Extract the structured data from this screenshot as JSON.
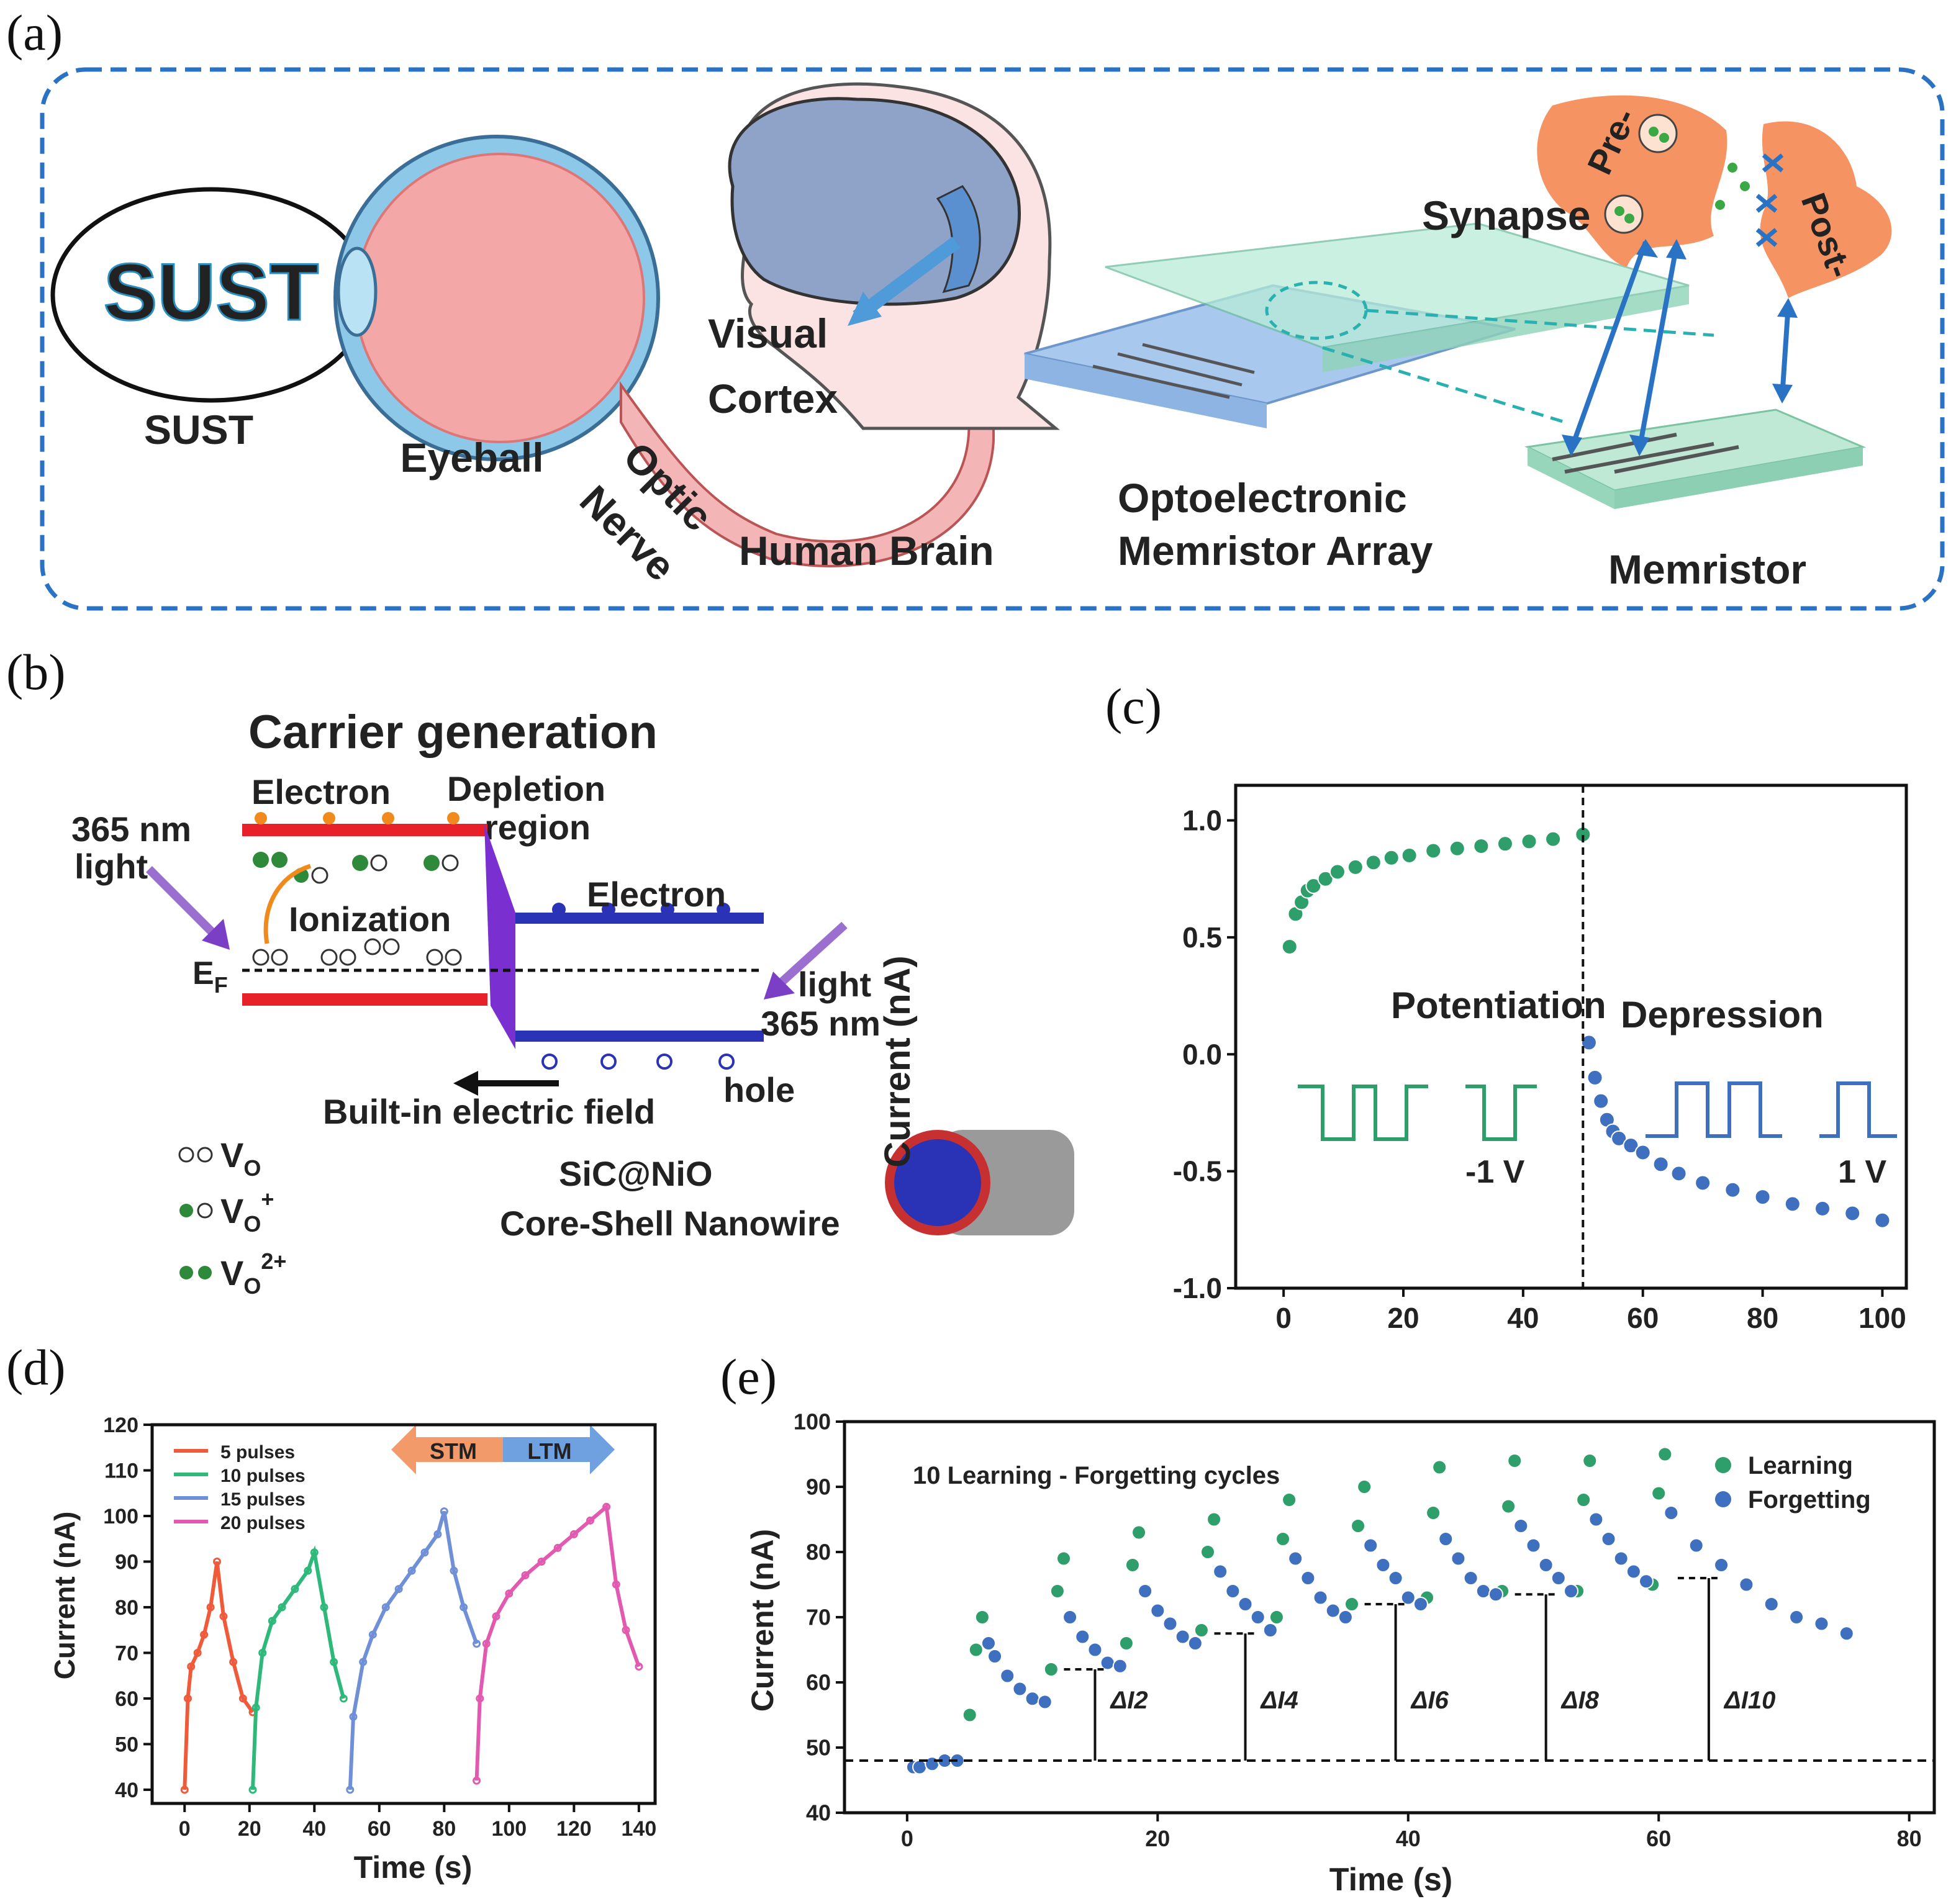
{
  "panels": {
    "a": {
      "label": "(a)",
      "sust_logo": "SUST",
      "sust": "SUST",
      "eyeball": "Eyeball",
      "optic": "Optic",
      "nerve": "Nerve",
      "visual": "Visual",
      "cortex": "Cortex",
      "human_brain": "Human  Brain",
      "synapse": "Synapse",
      "pre": "Pre-",
      "post": "Post-",
      "opto1": "Optoelectronic",
      "opto2": "Memristor Array",
      "memristor": "Memristor"
    },
    "b": {
      "label": "(b)",
      "title": "Carrier generation",
      "electron_top": "Electron",
      "depletion1": "Depletion",
      "depletion2": "region",
      "light365_left_1": "365 nm",
      "light365_left_2": "light",
      "ionization": "Ionization",
      "ef": "E",
      "ef_sub": "F",
      "electron_right": "Electron",
      "light_right_1": "light",
      "light_right_2": "365 nm",
      "hole": "hole",
      "built_in": "Built-in electric field",
      "vo": "V",
      "vo_sub": "O",
      "vo_plus": "+",
      "vo_2plus": "2+",
      "core1": "SiC@NiO",
      "core2": "Core-Shell Nanowire"
    },
    "c": {
      "label": "(c)",
      "potentiation": "Potentiation",
      "depression": "Depression",
      "neg_pulse": "-1 V",
      "pos_pulse": "1 V"
    },
    "d": {
      "label": "(d)",
      "stm": "STM",
      "ltm": "LTM"
    },
    "e": {
      "label": "(e)",
      "annotation": "10 Learning - Forgetting cycles",
      "deltas": [
        "ΔI2",
        "ΔI4",
        "ΔI6",
        "ΔI8",
        "ΔI10"
      ]
    }
  },
  "chart_data": [
    {
      "id": "c",
      "type": "scatter",
      "ylabel": "Current (nA)",
      "xlabel": "",
      "xlim": [
        -8,
        104
      ],
      "ylim": [
        -1.0,
        1.15
      ],
      "xticks": [
        0,
        20,
        40,
        60,
        80,
        100
      ],
      "yticks": [
        -1.0,
        -0.5,
        0.0,
        0.5,
        1.0
      ],
      "series": [
        {
          "name": "Potentiation",
          "color": "#2e9e6b",
          "x": [
            1,
            2,
            3,
            4,
            5,
            7,
            9,
            12,
            15,
            18,
            21,
            25,
            29,
            33,
            37,
            41,
            45,
            50
          ],
          "y": [
            0.46,
            0.6,
            0.65,
            0.7,
            0.72,
            0.75,
            0.78,
            0.8,
            0.82,
            0.84,
            0.85,
            0.87,
            0.88,
            0.89,
            0.9,
            0.91,
            0.92,
            0.94
          ]
        },
        {
          "name": "Depression",
          "color": "#3f6fbf",
          "x": [
            51,
            52,
            53,
            54,
            55,
            56,
            58,
            60,
            63,
            66,
            70,
            75,
            80,
            85,
            90,
            95,
            100
          ],
          "y": [
            0.05,
            -0.1,
            -0.2,
            -0.28,
            -0.33,
            -0.36,
            -0.39,
            -0.42,
            -0.47,
            -0.51,
            -0.55,
            -0.58,
            -0.61,
            -0.64,
            -0.66,
            -0.68,
            -0.71
          ]
        }
      ]
    },
    {
      "id": "d",
      "type": "line",
      "ylabel": "Current (nA)",
      "xlabel": "Time (s)",
      "xlim": [
        -10,
        145
      ],
      "ylim": [
        37,
        120
      ],
      "xticks": [
        0,
        20,
        40,
        60,
        80,
        100,
        120,
        140
      ],
      "yticks": [
        40,
        50,
        60,
        70,
        80,
        90,
        100,
        110,
        120
      ],
      "series": [
        {
          "name": "5 pulses",
          "color": "#ef5a3a",
          "x": [
            0,
            1,
            2,
            4,
            6,
            8,
            10,
            12,
            15,
            18,
            21
          ],
          "y": [
            40,
            60,
            67,
            70,
            74,
            80,
            90,
            78,
            68,
            60,
            57
          ]
        },
        {
          "name": "10 pulses",
          "color": "#2eb87a",
          "x": [
            21,
            22,
            24,
            27,
            30,
            34,
            38,
            40,
            43,
            46,
            49
          ],
          "y": [
            40,
            58,
            70,
            77,
            80,
            84,
            88,
            92,
            80,
            68,
            60
          ]
        },
        {
          "name": "15 pulses",
          "color": "#6f8fd6",
          "x": [
            51,
            52,
            55,
            58,
            62,
            66,
            70,
            74,
            78,
            80,
            83,
            86,
            90
          ],
          "y": [
            40,
            56,
            68,
            74,
            80,
            84,
            88,
            92,
            96,
            101,
            88,
            80,
            72
          ]
        },
        {
          "name": "20 pulses",
          "color": "#e25ab0",
          "x": [
            90,
            91,
            93,
            96,
            100,
            105,
            110,
            115,
            120,
            125,
            130,
            133,
            136,
            140
          ],
          "y": [
            42,
            60,
            72,
            78,
            83,
            87,
            90,
            93,
            96,
            99,
            102,
            85,
            75,
            67
          ]
        }
      ]
    },
    {
      "id": "e",
      "type": "scatter",
      "ylabel": "Current (nA)",
      "xlabel": "Time (s)",
      "xlim": [
        -5,
        82
      ],
      "ylim": [
        40,
        100
      ],
      "xticks": [
        0,
        20,
        40,
        60,
        80
      ],
      "yticks": [
        40,
        50,
        60,
        70,
        80,
        90,
        100
      ],
      "series": [
        {
          "name": "Learning",
          "color": "#2e9e6b",
          "x": [
            5,
            5.5,
            6,
            11.5,
            12,
            12.5,
            17.5,
            18,
            18.5,
            23.5,
            24,
            24.5,
            29.5,
            30,
            30.5,
            35.5,
            36,
            36.5,
            41.5,
            42,
            42.5,
            47.5,
            48,
            48.5,
            53.5,
            54,
            54.5,
            59.5,
            60,
            60.5
          ],
          "y": [
            55,
            65,
            70,
            62,
            74,
            79,
            66,
            78,
            83,
            68,
            80,
            85,
            70,
            82,
            88,
            72,
            84,
            90,
            73,
            86,
            93,
            74,
            87,
            94,
            74,
            88,
            94,
            75,
            89,
            95
          ]
        },
        {
          "name": "Forgetting",
          "color": "#3f6fbf",
          "x": [
            0.5,
            1,
            2,
            3,
            4,
            6.5,
            7,
            8,
            9,
            10,
            11,
            13,
            14,
            15,
            16,
            17,
            19,
            20,
            21,
            22,
            23,
            25,
            26,
            27,
            28,
            29,
            31,
            32,
            33,
            34,
            35,
            37,
            38,
            39,
            40,
            41,
            43,
            44,
            45,
            46,
            47,
            49,
            50,
            51,
            52,
            53,
            55,
            56,
            57,
            58,
            59,
            61,
            63,
            65,
            67,
            69,
            71,
            73,
            75
          ],
          "y": [
            47,
            47,
            47.5,
            48,
            48,
            66,
            64,
            61,
            59,
            57.5,
            57,
            70,
            67,
            65,
            63,
            62.5,
            74,
            71,
            69,
            67,
            66,
            77,
            74,
            72,
            70,
            68,
            79,
            76,
            73,
            71,
            70,
            81,
            78,
            76,
            73,
            72,
            82,
            79,
            76,
            74,
            73.5,
            84,
            81,
            78,
            76,
            74,
            85,
            82,
            79,
            77,
            75.5,
            86,
            81,
            78,
            75,
            72,
            70,
            69,
            67.5
          ]
        }
      ]
    }
  ]
}
